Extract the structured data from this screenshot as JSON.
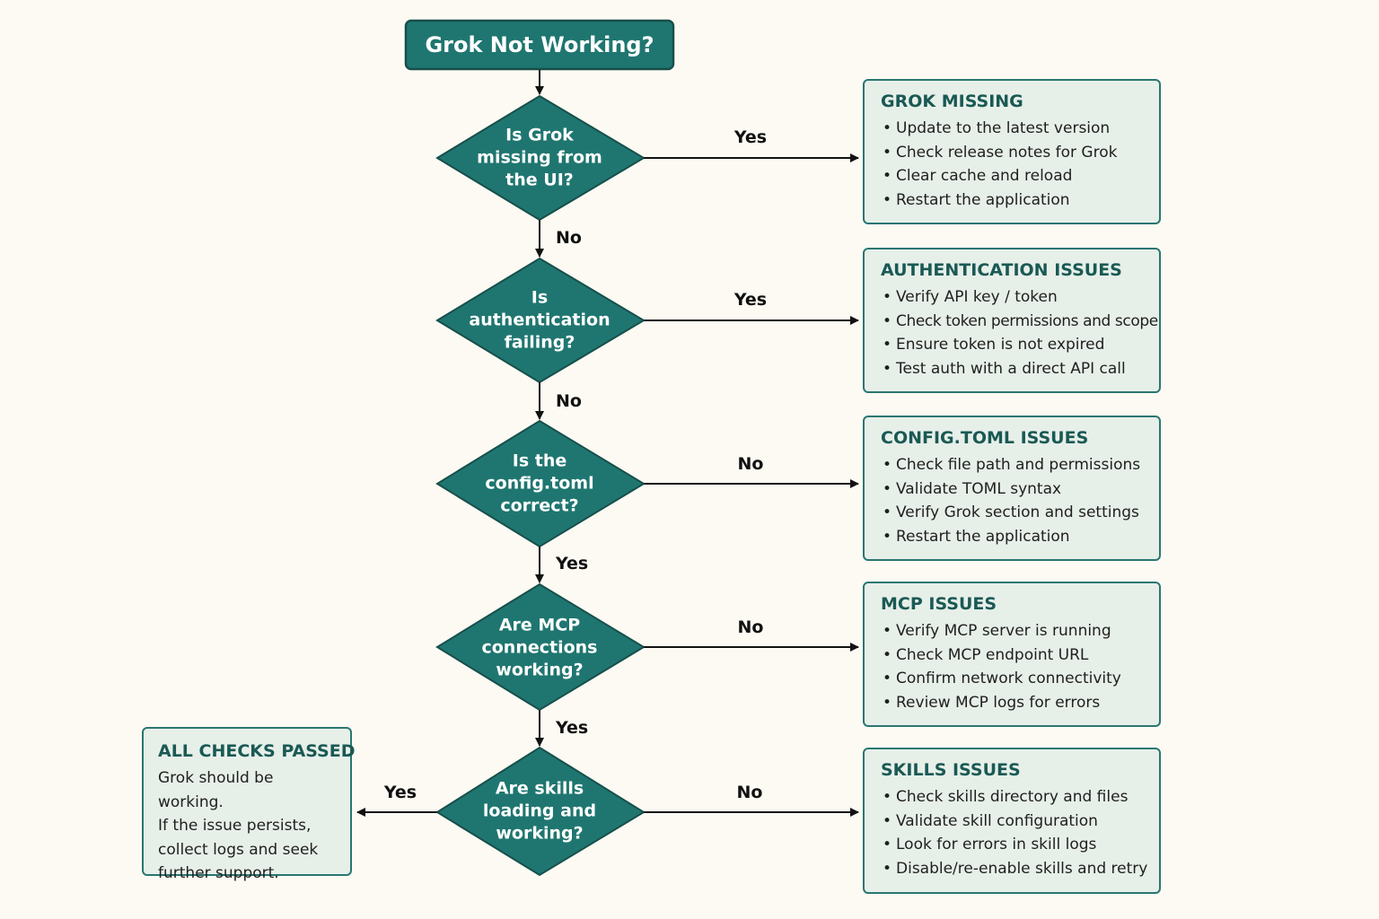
{
  "start": {
    "label": "Grok Not Working?"
  },
  "decisions": [
    {
      "lines": [
        "Is Grok",
        "missing from",
        "the UI?"
      ],
      "right_label": "Yes",
      "down_label": "No"
    },
    {
      "lines": [
        "Is",
        "authentication",
        "failing?"
      ],
      "right_label": "Yes",
      "down_label": "No"
    },
    {
      "lines": [
        "Is the",
        "config.toml",
        "correct?"
      ],
      "right_label": "No",
      "down_label": "Yes"
    },
    {
      "lines": [
        "Are MCP",
        "connections",
        "working?"
      ],
      "right_label": "No",
      "down_label": "Yes"
    },
    {
      "lines": [
        "Are skills",
        "loading and",
        "working?"
      ],
      "right_label": "No",
      "left_label": "Yes"
    }
  ],
  "outcomes": [
    {
      "title": "GROK MISSING",
      "items": [
        "Update to the latest version",
        "Check release notes for Grok",
        "Clear cache and reload",
        "Restart the application"
      ]
    },
    {
      "title": "AUTHENTICATION ISSUES",
      "items": [
        "Verify API key / token",
        "Check token permissions and scope",
        "Ensure token is not expired",
        "Test auth with a direct API call"
      ]
    },
    {
      "title": "CONFIG.TOML ISSUES",
      "items": [
        "Check file path and permissions",
        "Validate TOML syntax",
        "Verify Grok section and settings",
        "Restart the application"
      ]
    },
    {
      "title": "MCP ISSUES",
      "items": [
        "Verify MCP server is running",
        "Check MCP endpoint URL",
        "Confirm network connectivity",
        "Review MCP logs for errors"
      ]
    },
    {
      "title": "SKILLS ISSUES",
      "items": [
        "Check skills directory and files",
        "Validate skill configuration",
        "Look for errors in skill logs",
        "Disable/re-enable skills and retry"
      ]
    }
  ],
  "success": {
    "title": "ALL CHECKS PASSED",
    "lines": [
      "Grok should be working.",
      "If the issue persists,",
      "collect logs and seek",
      "further support."
    ]
  },
  "colors": {
    "node_fill": "#1f7670",
    "node_border": "#174f4b",
    "box_fill": "#e7efe9",
    "box_border": "#2a7670",
    "title_text": "#1a5954",
    "background": "#fcfaf3",
    "arrow": "#111111"
  }
}
